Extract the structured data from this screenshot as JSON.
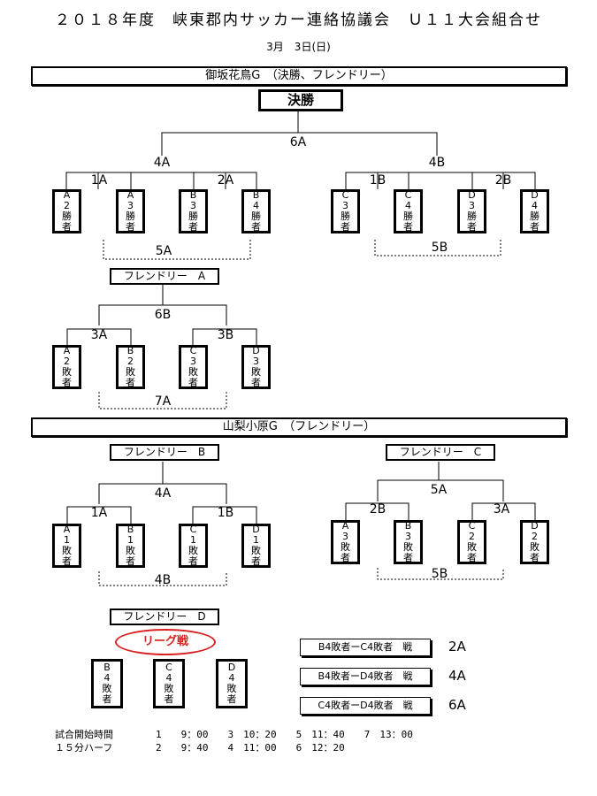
{
  "title": "２０１８年度　峡東郡内サッカー連絡協議会　Ｕ１１大会組合せ",
  "date": "3月　3日(日)",
  "venue1": {
    "name": "御坂花鳥G　（決勝、フレンドリー）",
    "final": {
      "header": "決勝",
      "top": "6A",
      "left_mid": "4A",
      "right_mid": "4B",
      "m1": "1A",
      "m2": "2A",
      "m3": "1B",
      "m4": "2B",
      "teams": [
        "A2勝者",
        "A3勝者",
        "B3勝者",
        "B4勝者",
        "C3勝者",
        "C4勝者",
        "D3勝者",
        "D4勝者"
      ],
      "consol_left": "5A",
      "consol_right": "5B"
    },
    "friendlyA": {
      "header": "フレンドリー　A",
      "top": "6B",
      "m1": "3A",
      "m2": "3B",
      "teams": [
        "A2敗者",
        "B2敗者",
        "C3敗者",
        "D3敗者"
      ],
      "consol": "7A"
    }
  },
  "venue2": {
    "name": "山梨小原G　（フレンドリー）",
    "friendlyB": {
      "header": "フレンドリー　B",
      "top": "4A",
      "m1": "1A",
      "m2": "1B",
      "teams": [
        "A1敗者",
        "B1敗者",
        "C1敗者",
        "D1敗者"
      ],
      "consol": "4B"
    },
    "friendlyC": {
      "header": "フレンドリー　C",
      "top": "5A",
      "m1": "2B",
      "m2": "3A",
      "teams": [
        "A3敗者",
        "B3敗者",
        "C2敗者",
        "D2敗者"
      ],
      "consol": "5B"
    },
    "friendlyD": {
      "header": "フレンドリー　D",
      "league": "リーグ戦",
      "teams": [
        "B4敗者",
        "C4敗者",
        "D4敗者"
      ],
      "matches": [
        {
          "label": "B4敗者ーC4敗者　戦",
          "slot": "2A"
        },
        {
          "label": "B4敗者ーD4敗者　戦",
          "slot": "4A"
        },
        {
          "label": "C4敗者ーD4敗者　戦",
          "slot": "6A"
        }
      ]
    }
  },
  "schedule": {
    "row1_label": "試合開始時間",
    "row2_label": "１５分ハーフ",
    "row1": "1　　9：00　　3　10：20　　5　11：40　　7　13：00",
    "row2": "2　　9：40　　4　11：00　　6　12：20"
  },
  "colors": {
    "league": "#d92020"
  }
}
